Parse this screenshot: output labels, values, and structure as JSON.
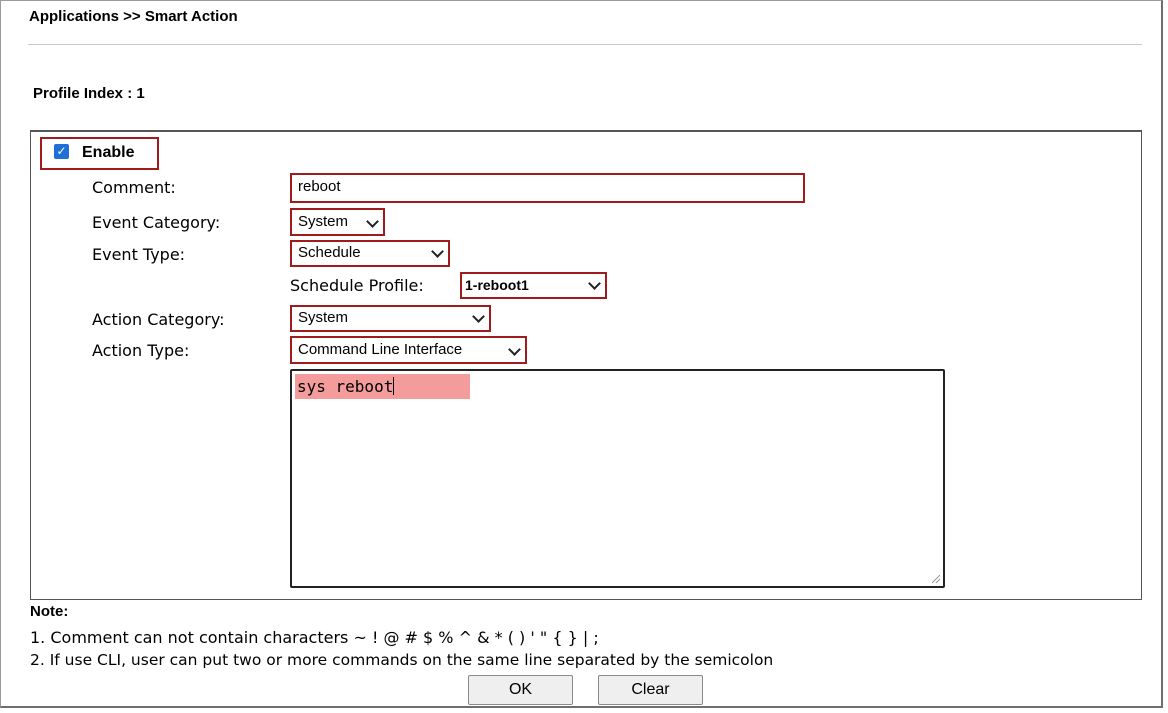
{
  "breadcrumb": "Applications >> Smart Action",
  "profile_index": "Profile Index : 1",
  "form": {
    "enable": {
      "label": "Enable",
      "checked": true
    },
    "comment": {
      "label": "Comment:",
      "value": "reboot"
    },
    "event_category": {
      "label": "Event Category:",
      "value": "System"
    },
    "event_type": {
      "label": "Event Type:",
      "value": "Schedule"
    },
    "schedule_profile": {
      "label": "Schedule Profile:",
      "value": "1-reboot1"
    },
    "action_category": {
      "label": "Action Category:",
      "value": "System"
    },
    "action_type": {
      "label": "Action Type:",
      "value": "Command Line Interface"
    },
    "cli_text": "sys reboot"
  },
  "notes": {
    "title": "Note:",
    "line1": "1. Comment can not contain characters ~ ! @ # $ % ^ & * ( ) ' \" { } | ;",
    "line2": "2. If use CLI, user can put two or more commands on the same line separated by the semicolon"
  },
  "buttons": {
    "ok": "OK",
    "clear": "Clear"
  },
  "colors": {
    "highlight": "#a01c1c",
    "checkbox": "#1f6fd6",
    "cli_selection": "#f49b9b"
  },
  "icons": {
    "checkbox": "checkmark-icon",
    "dropdown": "chevron-down-icon"
  }
}
